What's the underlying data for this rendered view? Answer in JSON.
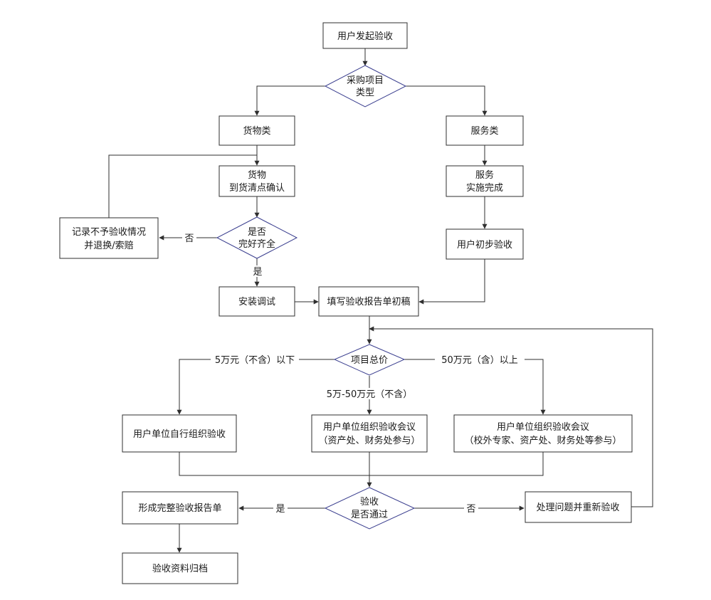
{
  "nodes": {
    "start": [
      "用户发起验收"
    ],
    "type_decision": [
      "采购项目",
      "类型"
    ],
    "goods": [
      "货物类"
    ],
    "service": [
      "服务类"
    ],
    "goods_arrival": [
      "货物",
      "到货清点确认"
    ],
    "service_done": [
      "服务",
      "实施完成"
    ],
    "complete_decision": [
      "是否",
      "完好齐全"
    ],
    "record_reject": [
      "记录不予验收情况",
      "并退换/索赔"
    ],
    "initial_check": [
      "用户初步验收"
    ],
    "install": [
      "安装调试"
    ],
    "draft_report": [
      "填写验收报告单初稿"
    ],
    "price_decision": [
      "项目总价"
    ],
    "self_org": [
      "用户单位自行组织验收"
    ],
    "meeting_mid": [
      "用户单位组织验收会议",
      "（资产处、财务处参与）"
    ],
    "meeting_high": [
      "用户单位组织验收会议",
      "（校外专家、资产处、财务处等参与）"
    ],
    "pass_decision": [
      "验收",
      "是否通过"
    ],
    "full_report": [
      "形成完整验收报告单"
    ],
    "fix_recheck": [
      "处理问题并重新验收"
    ],
    "archive": [
      "验收资料归档"
    ]
  },
  "edge_labels": {
    "no_complete": "否",
    "yes_complete": "是",
    "low_price": "5万元（不含）以下",
    "mid_price": "5万-50万元（不含）",
    "high_price": "50万元（含）以上",
    "yes_pass": "是",
    "no_pass": "否"
  }
}
